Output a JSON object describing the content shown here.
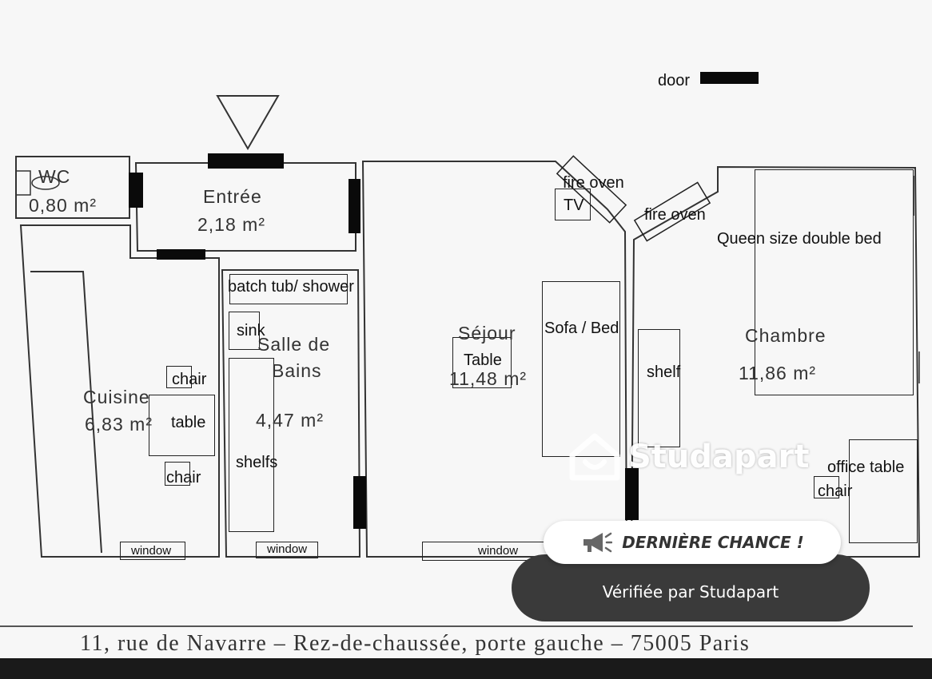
{
  "rooms": {
    "wc": {
      "name": "WC",
      "area": "0,80 m²"
    },
    "entree": {
      "name": "Entrée",
      "area": "2,18 m²"
    },
    "cuisine": {
      "name": "Cuisine",
      "area": "6,83 m²"
    },
    "salle_de_bains": {
      "name_line1": "Salle de",
      "name_line2": "Bains",
      "area": "4,47 m²"
    },
    "sejour": {
      "name": "Séjour",
      "area": "11,48 m²"
    },
    "chambre": {
      "name": "Chambre",
      "area": "11,86 m²"
    }
  },
  "furniture": {
    "door": "door",
    "fire_oven_1": "fire oven",
    "fire_oven_2": "fire oven",
    "tv": "TV",
    "queen_bed": "Queen size double bed",
    "bath": "batch tub/ shower",
    "sink": "sink",
    "shelfs": "shelfs",
    "kitchen_chair_top": "chair",
    "kitchen_table": "table",
    "kitchen_chair_bottom": "chair",
    "sejour_table": "Table",
    "sofa_bed": "Sofa / Bed",
    "shelf": "shelf",
    "office_table": "office table",
    "office_chair": "chair"
  },
  "windows": {
    "cuisine": "window",
    "bains": "window",
    "sejour": "window"
  },
  "address": "11, rue de Navarre – Rez-de-chaussée, porte gauche – 75005  Paris",
  "overlay": {
    "brand": "Studapart",
    "brand_icon": "house-smile-icon",
    "banner_icon": "megaphone-icon",
    "banner": "DERNIÈRE CHANCE !",
    "verified": "Vérifiée par Studapart"
  }
}
